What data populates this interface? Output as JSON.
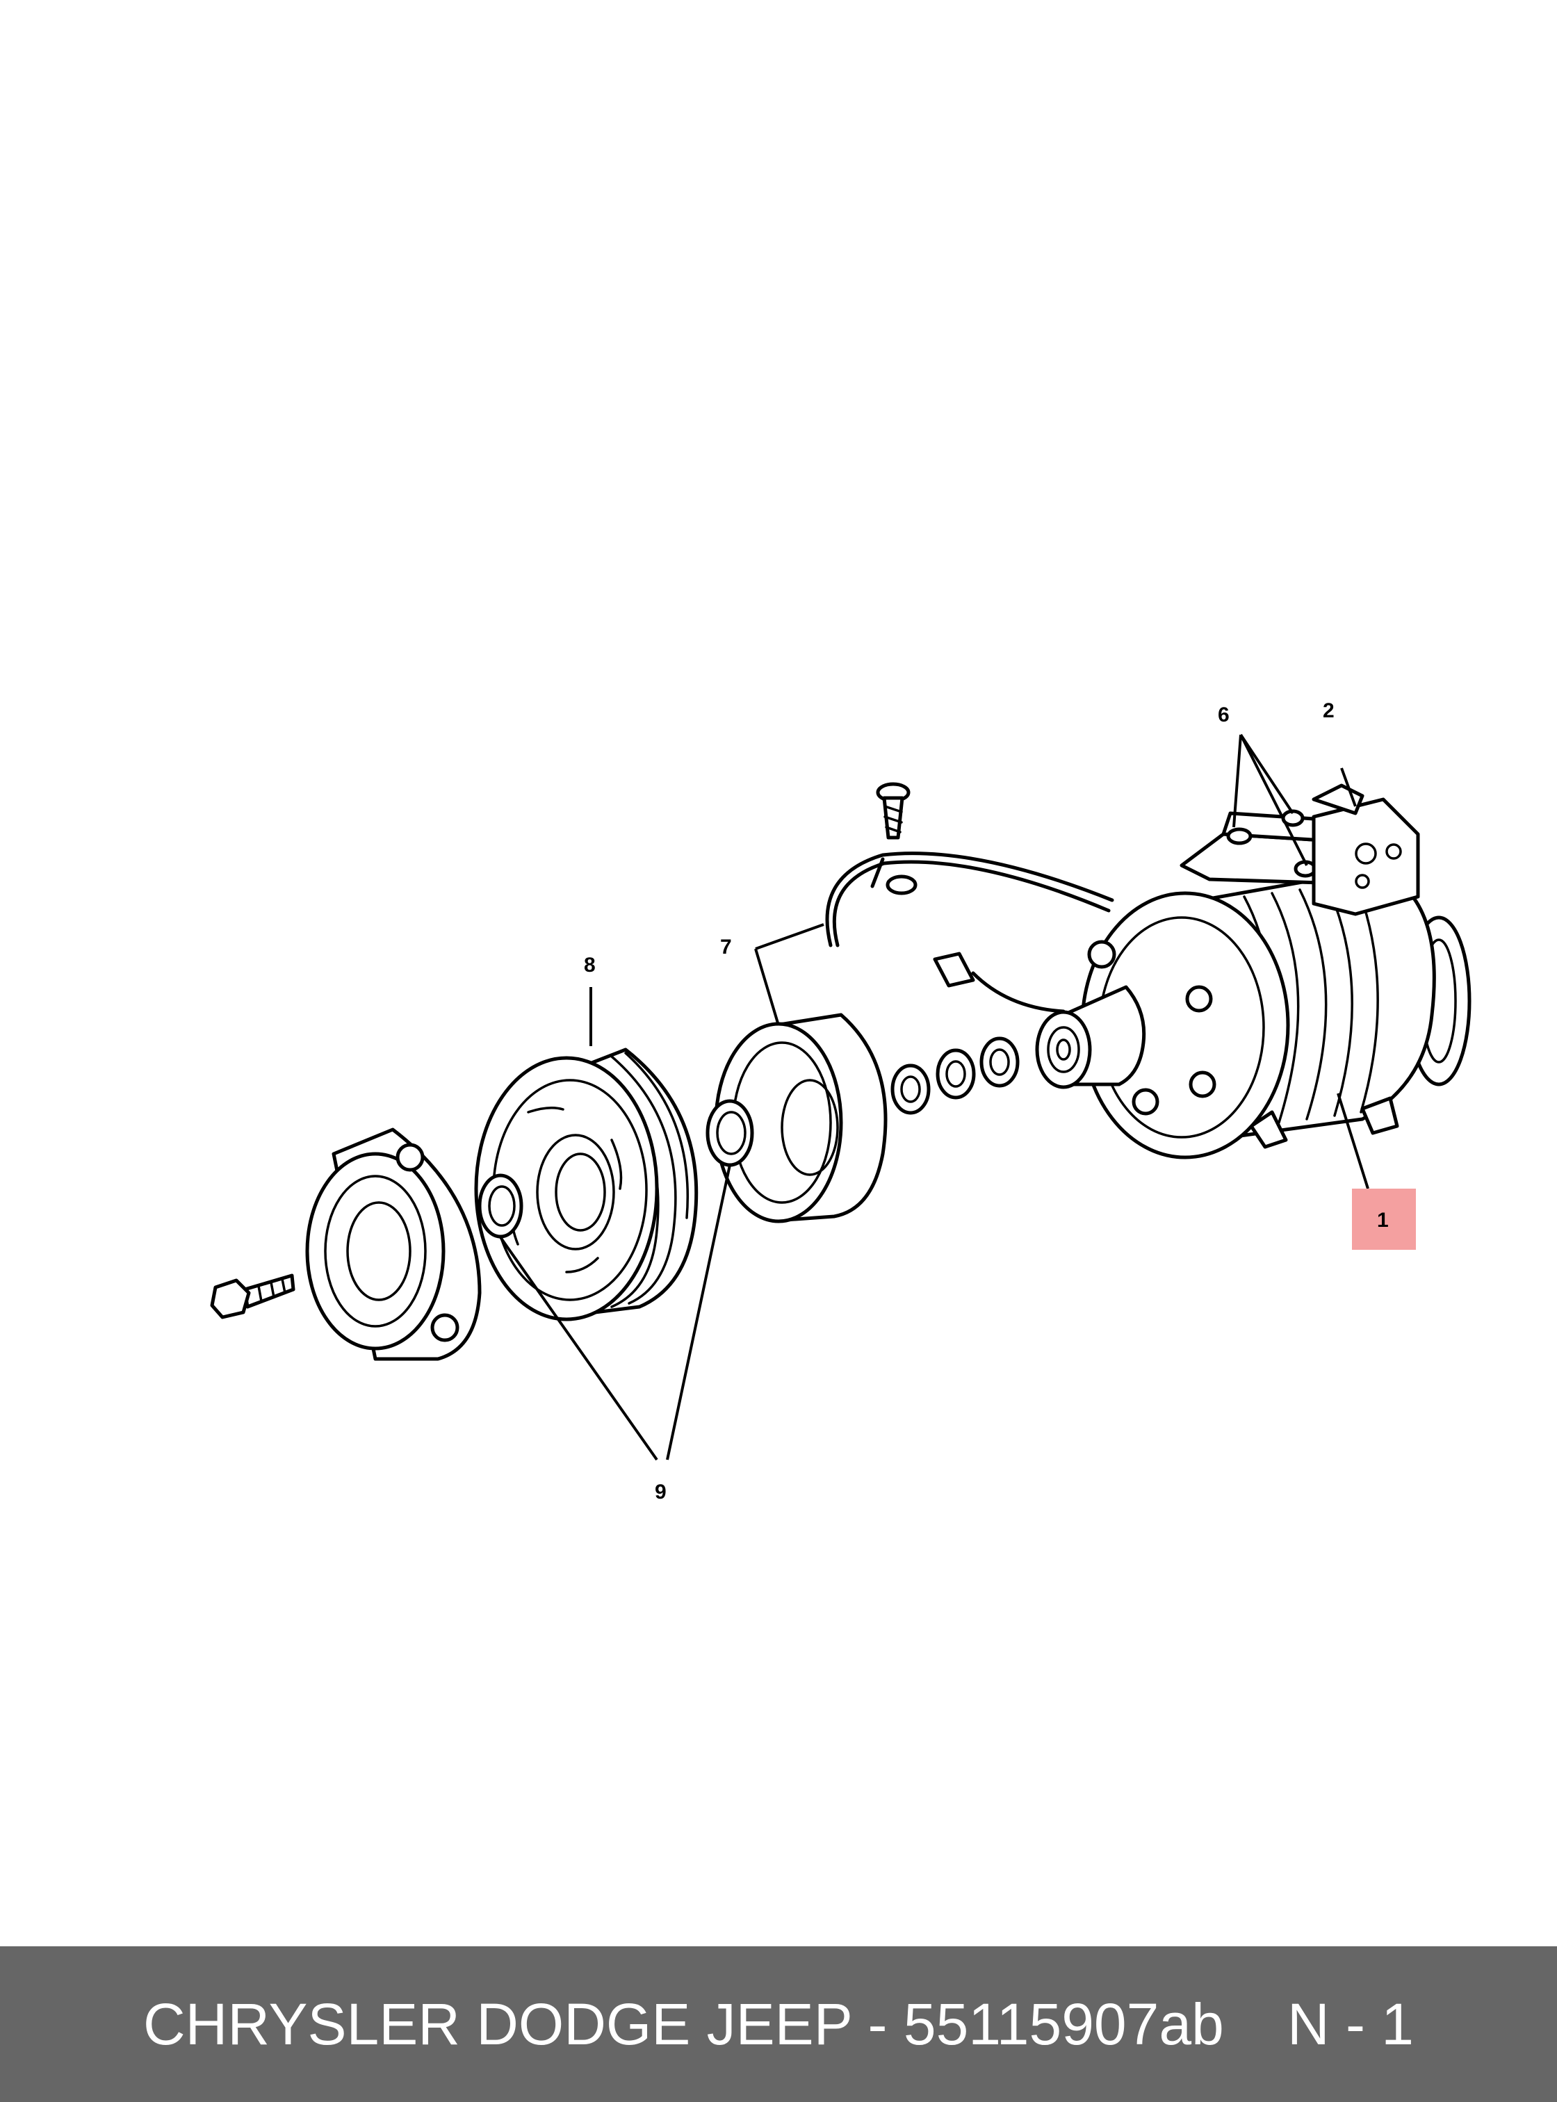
{
  "diagram": {
    "callouts": {
      "c1": "1",
      "c2": "2",
      "c6": "6",
      "c7": "7",
      "c8": "8",
      "c9": "9"
    },
    "highlight_color": "#f4a0a0"
  },
  "footer": {
    "title": "CHRYSLER DODGE JEEP - 55115907ab",
    "code": "N - 1",
    "background": "#666666"
  }
}
